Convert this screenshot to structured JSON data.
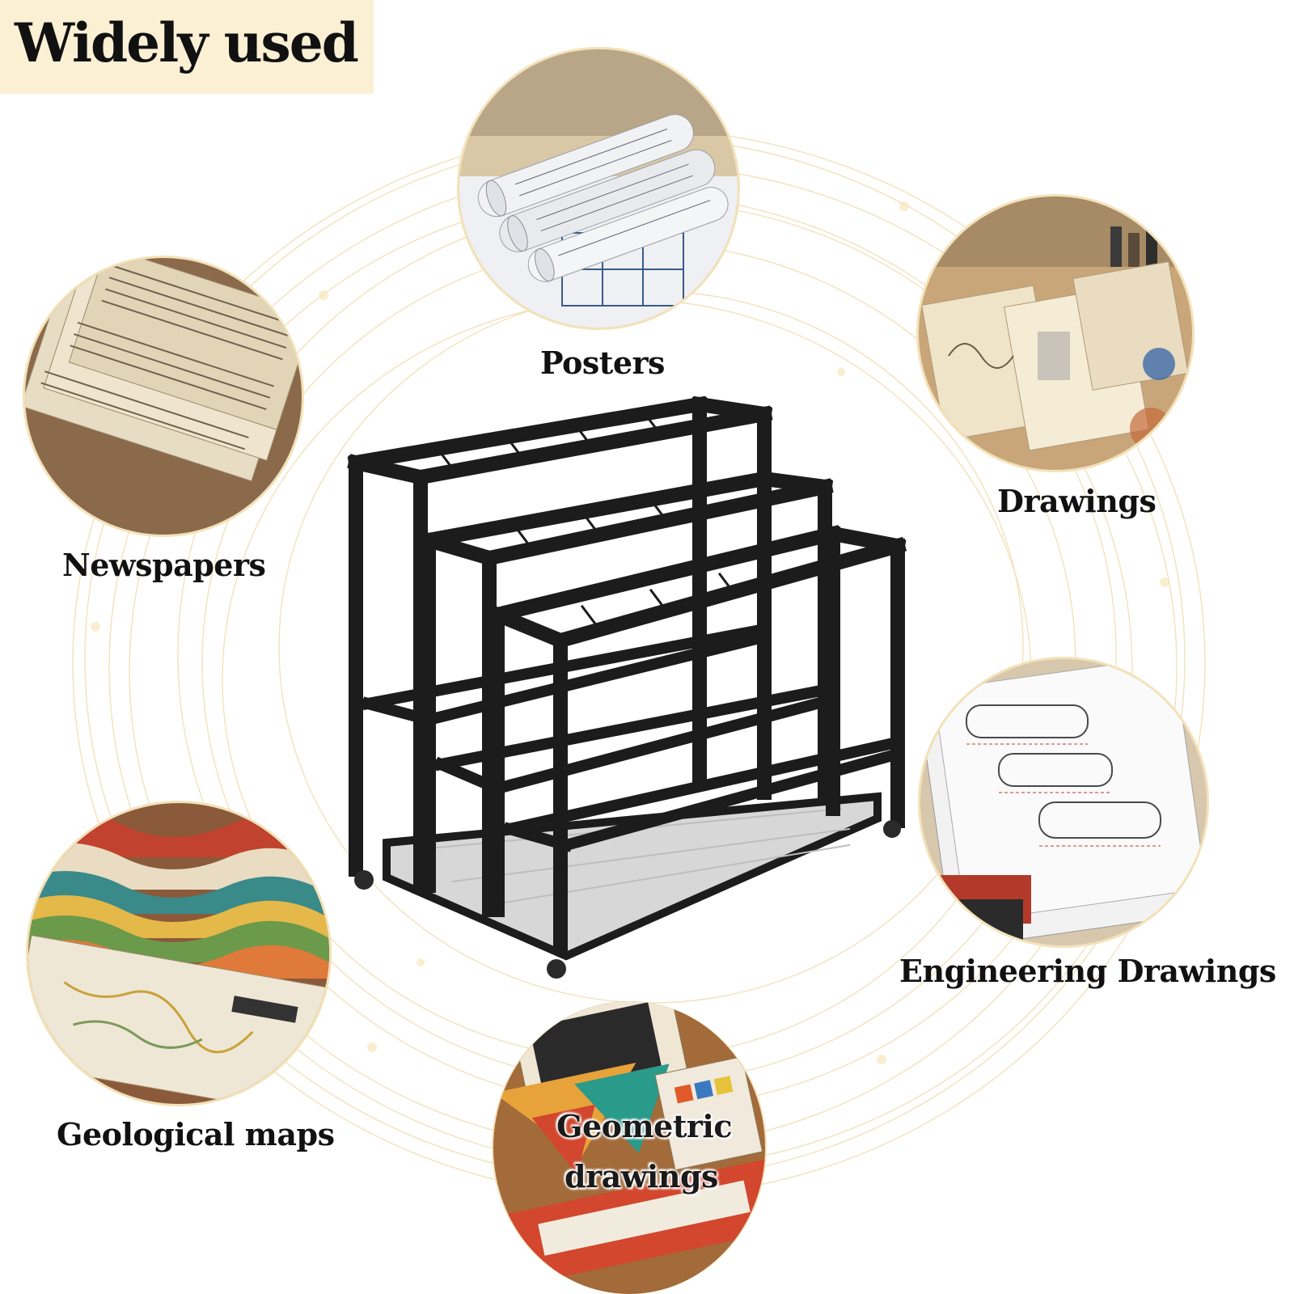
{
  "title": "Widely used",
  "uses": [
    {
      "label": "Posters",
      "icon": "rolled-posters-icon"
    },
    {
      "label": "Drawings",
      "icon": "art-drawings-icon"
    },
    {
      "label": "Newspapers",
      "icon": "newspapers-icon"
    },
    {
      "label": "Engineering Drawings",
      "icon": "engineering-drawings-icon"
    },
    {
      "label": "Geological maps",
      "icon": "geological-map-icon"
    },
    {
      "label": "Geometric drawings",
      "label_line1": "Geometric",
      "label_line2": "drawings",
      "icon": "geometric-drawings-icon"
    }
  ],
  "product": {
    "icon": "metal-storage-rack-icon",
    "color": "#1c1c1c"
  },
  "colors": {
    "accent": "#fbf0d4",
    "ring": "#e8cf92",
    "text": "#111111"
  }
}
